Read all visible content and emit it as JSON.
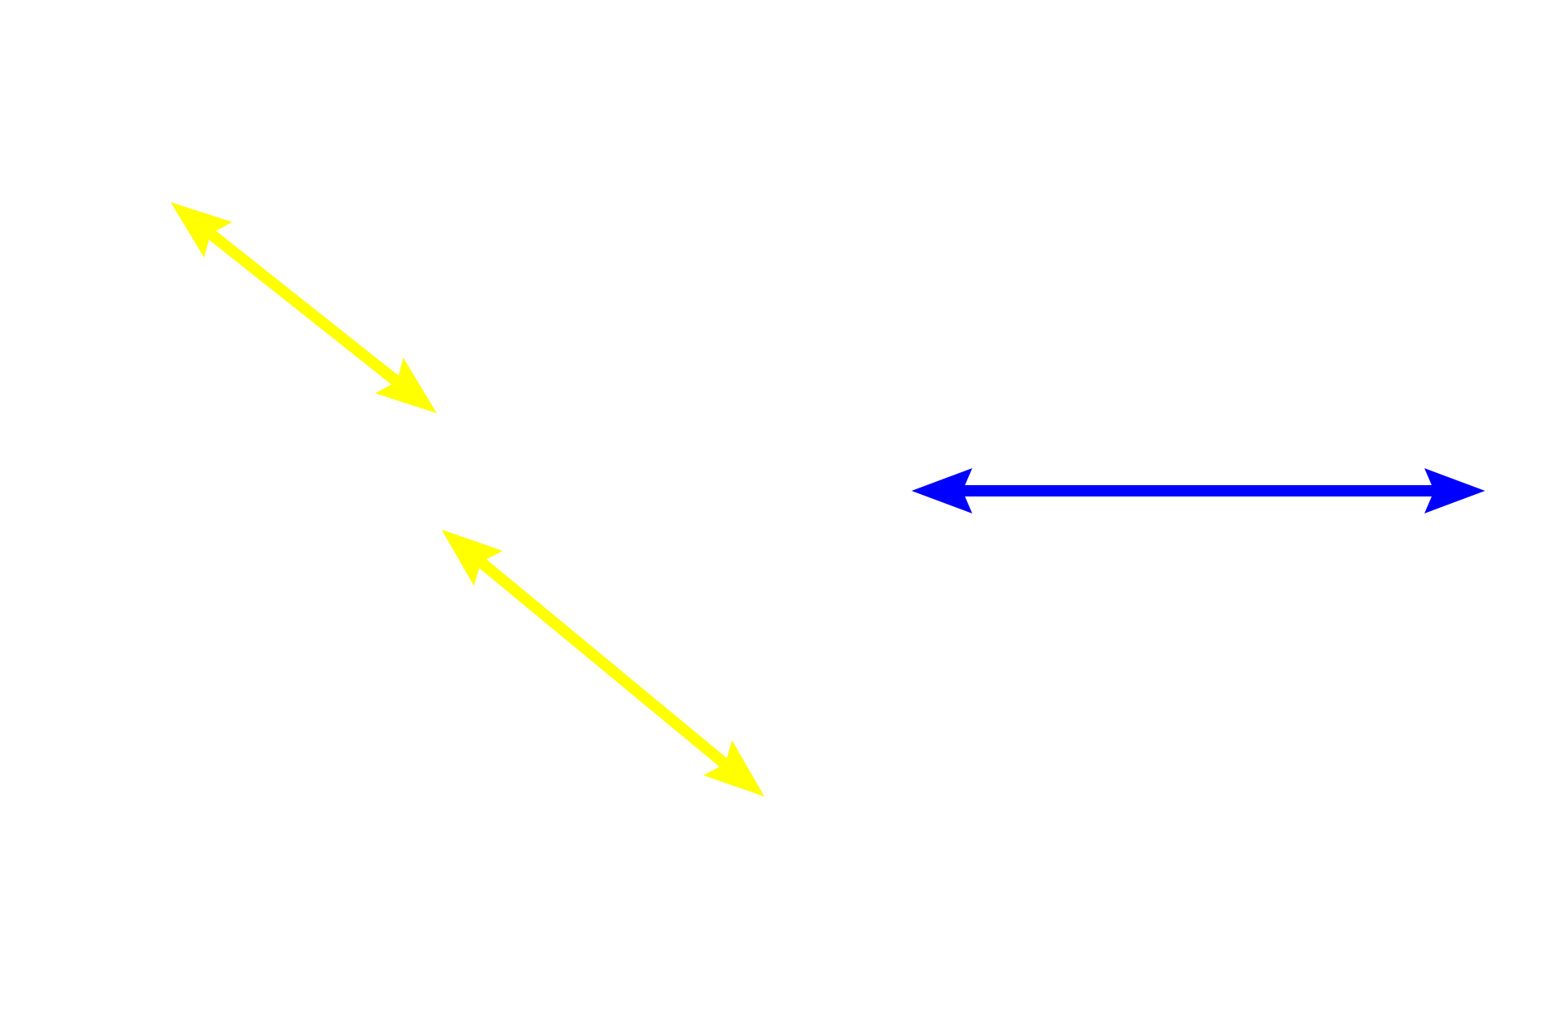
{
  "arrows": [
    {
      "id": "yellow-arrow-upper",
      "color": "#ffff00",
      "style": "double-headed"
    },
    {
      "id": "yellow-arrow-lower",
      "color": "#ffff00",
      "style": "double-headed"
    },
    {
      "id": "blue-arrow",
      "color": "#0000ff",
      "style": "double-headed"
    }
  ]
}
